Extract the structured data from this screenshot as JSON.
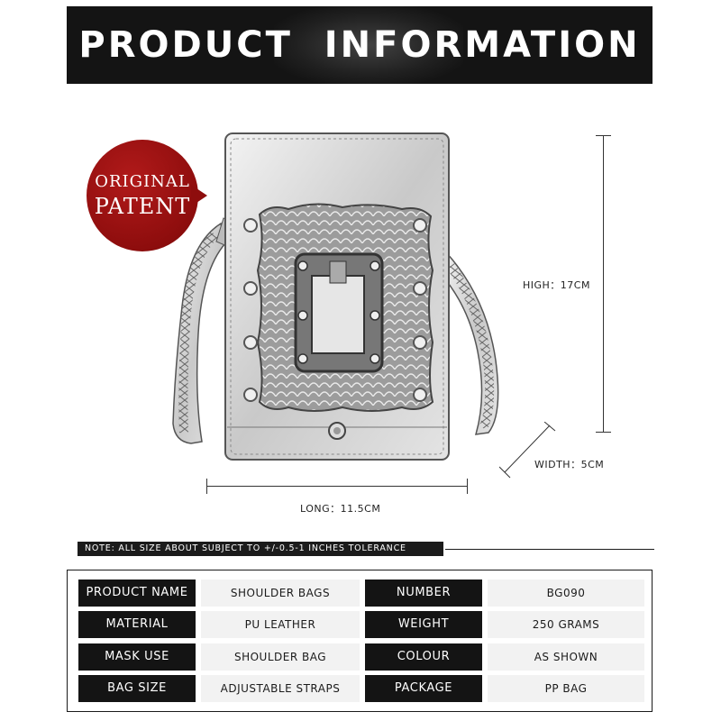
{
  "banner": {
    "title": "PRODUCT INFORMATION"
  },
  "badge": {
    "line1": "ORIGINAL",
    "line2": "PATENT"
  },
  "dimensions": {
    "high": "HIGH：17CM",
    "width": "WIDTH：5CM",
    "long": "LONG：11.5CM"
  },
  "note": "NOTE: ALL SIZE ABOUT SUBJECT TO +/-0.5-1 INCHES TOLERANCE",
  "specs": [
    {
      "label1": "PRODUCT NAME",
      "value1": "SHOULDER BAGS",
      "label2": "NUMBER",
      "value2": "BG090"
    },
    {
      "label1": "MATERIAL",
      "value1": "PU LEATHER",
      "label2": "WEIGHT",
      "value2": "250 GRAMS"
    },
    {
      "label1": "MASK USE",
      "value1": "SHOULDER BAG",
      "label2": "COLOUR",
      "value2": "AS SHOWN"
    },
    {
      "label1": "BAG SIZE",
      "value1": "ADJUSTABLE STRAPS",
      "label2": "PACKAGE",
      "value2": "PP BAG"
    }
  ]
}
